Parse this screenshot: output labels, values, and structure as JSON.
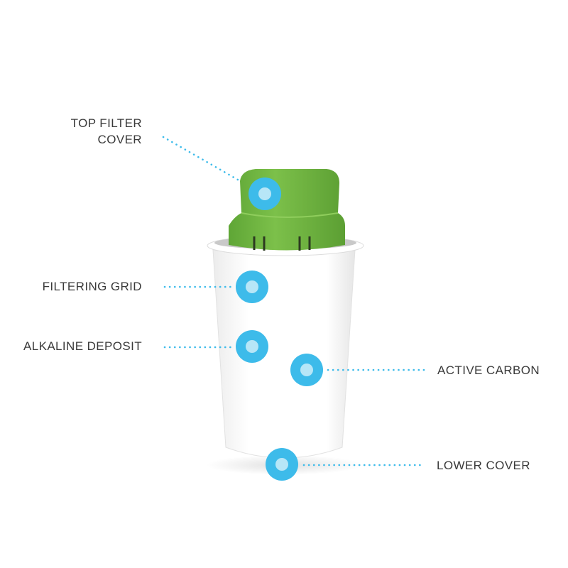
{
  "colors": {
    "hotspot": "#3dbbea",
    "hotspot_center": "#b7e6f7",
    "cap_green": "#74b843",
    "leader_dots": "#3dbbea",
    "label_text": "#3a3a3a"
  },
  "labels": {
    "top_filter_cover": [
      "TOP FILTER",
      "COVER"
    ],
    "filtering_grid": "FILTERING GRID",
    "alkaline_deposit": "ALKALINE DEPOSIT",
    "active_carbon": "ACTIVE CARBON",
    "lower_cover": "LOWER COVER"
  }
}
